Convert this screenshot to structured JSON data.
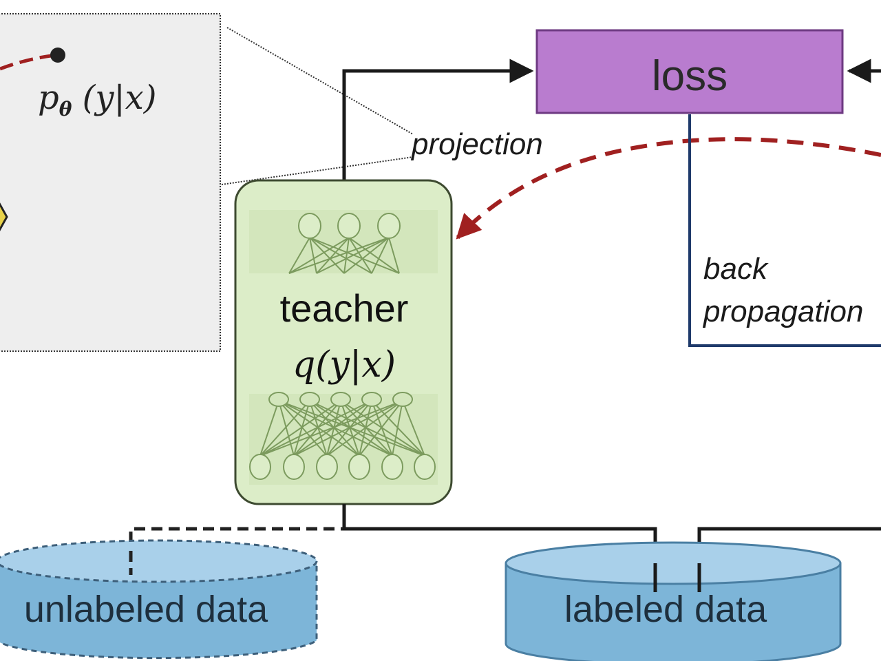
{
  "colors": {
    "loss_fill": "#b97ccf",
    "loss_stroke": "#6e3a82",
    "teacher_fill": "#dcedc8",
    "teacher_stroke": "#3d4a30",
    "network_stroke": "#7c9b5e",
    "cylinder_fill": "#7db5d8",
    "cylinder_top": "#a9d0ea",
    "cylinder_stroke": "#4a7fa3",
    "projection_arc": "#a02020",
    "backprop_line": "#1f3a6b",
    "panel_fill": "#eeeeee"
  },
  "labels": {
    "p_theta": "p",
    "p_theta_sub": "θ",
    "p_theta_args": " (y|x)",
    "loss": "loss",
    "projection": "projection",
    "back": "back",
    "propagation": "propagation",
    "teacher": "teacher",
    "teacher_dist": "q(y|x)",
    "unlabeled_data": "unlabeled data",
    "labeled_data": "labeled data"
  },
  "icons": {
    "network_top": "neural-network-icon",
    "network_bottom": "neural-network-icon",
    "unlabeled_store": "database-cylinder-icon",
    "labeled_store": "database-cylinder-icon"
  }
}
